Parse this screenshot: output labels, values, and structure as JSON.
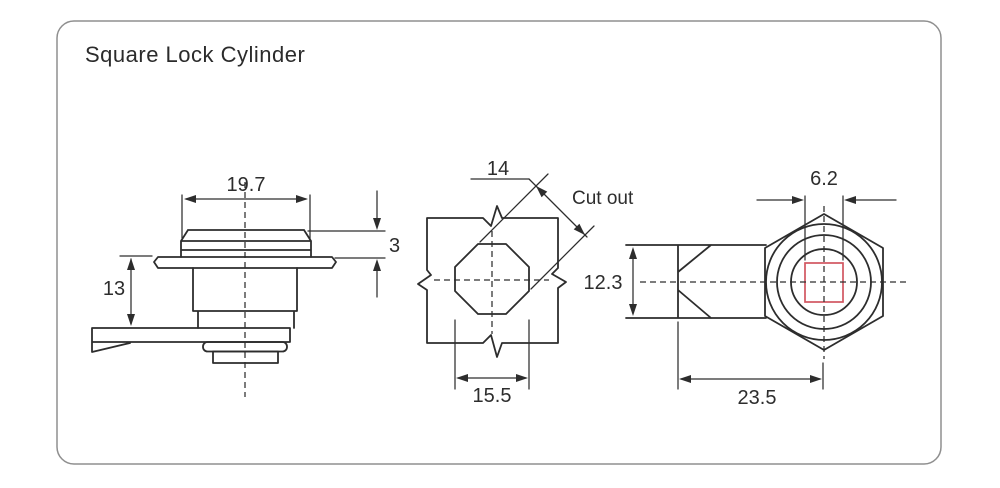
{
  "title": "Square Lock Cylinder",
  "colors": {
    "line_color": "#2d2d2d",
    "highlight_color": "#d25660",
    "border_color": "#8f8f8f",
    "background_color": "#ffffff"
  },
  "dimensions": {
    "side_view": {
      "cap_width": "19.7",
      "body_height": "13",
      "cap_height": "3"
    },
    "cutout_view": {
      "caption": "Cut out",
      "across_flats": "14",
      "width": "15.5"
    },
    "front_view": {
      "square_hole_width": "6.2",
      "body_width": "12.3",
      "overall_length": "23.5"
    }
  }
}
